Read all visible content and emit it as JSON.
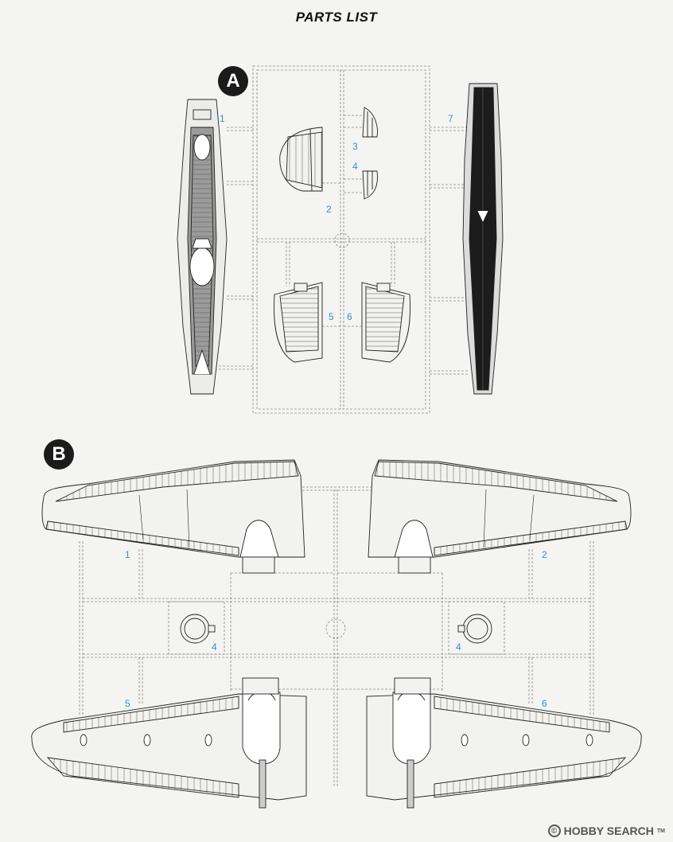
{
  "title": "PARTS LIST",
  "sprues": [
    {
      "label": "A",
      "parts": [
        "1",
        "2",
        "3",
        "4",
        "5",
        "6",
        "7"
      ]
    },
    {
      "label": "B",
      "parts": [
        "1",
        "2",
        "4",
        "4",
        "5",
        "6"
      ]
    }
  ],
  "watermark": {
    "brand": "HOBBY SEARCH",
    "mark": "©",
    "tm": "TM"
  },
  "colors": {
    "label_blue": "#3a8fc2",
    "badge": "#1b1b1b",
    "line": "#333333"
  }
}
